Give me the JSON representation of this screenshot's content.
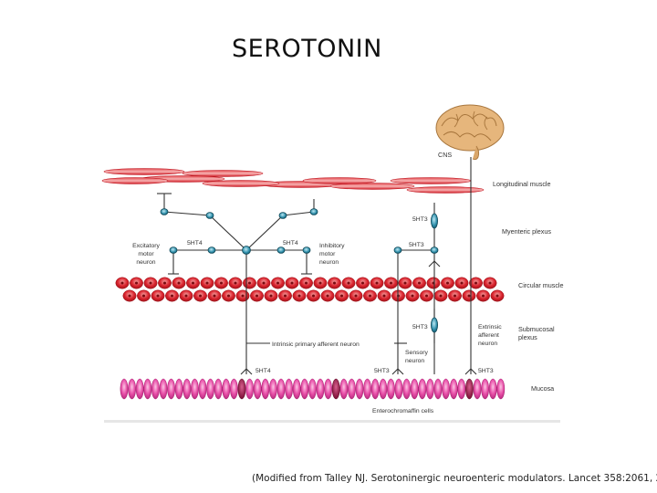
{
  "slide": {
    "title": "SEROTONIN",
    "citation": "(Modified from Talley NJ. Serotoninergic neuroenteric modulators. Lancet 358:2061, 2001)."
  },
  "diagram": {
    "labels": {
      "cns": "CNS",
      "longitudinal_muscle": "Longitudinal muscle",
      "myenteric_plexus": "Myenteric plexus",
      "circular_muscle": "Circular muscle",
      "submucosal_plexus": [
        "Submucosal",
        "plexus"
      ],
      "mucosa": "Mucosa",
      "excitatory": [
        "Excitatory",
        "motor",
        "neuron"
      ],
      "inhibitory": [
        "Inhibitory",
        "motor",
        "neuron"
      ],
      "extrinsic": [
        "Extrinsic",
        "afferent",
        "neuron"
      ],
      "sensory": [
        "Sensory",
        "neuron"
      ],
      "intrinsic": "Intrinsic primary afferent neuron",
      "enterochromaffin": "Enterochromaffin cells",
      "r_5ht4_left": "5HT4",
      "r_5ht4_right": "5HT4",
      "r_5ht3_upper": "5HT3",
      "r_5ht3_mid": "5HT3",
      "r_5ht3_sub": "5HT3",
      "r_5ht4_bottom": "5HT4",
      "r_5ht3_bottom_mid": "5HT3",
      "r_5ht3_bottom_right": "5HT3"
    }
  },
  "colors": {
    "muscle_red": "#d9232d",
    "mucosa_pink": "#e84fa8",
    "ec_cell": "#9b1040",
    "neuron_teal": "#2b8ca8",
    "line": "#333333",
    "brain": "#d9a66a"
  }
}
